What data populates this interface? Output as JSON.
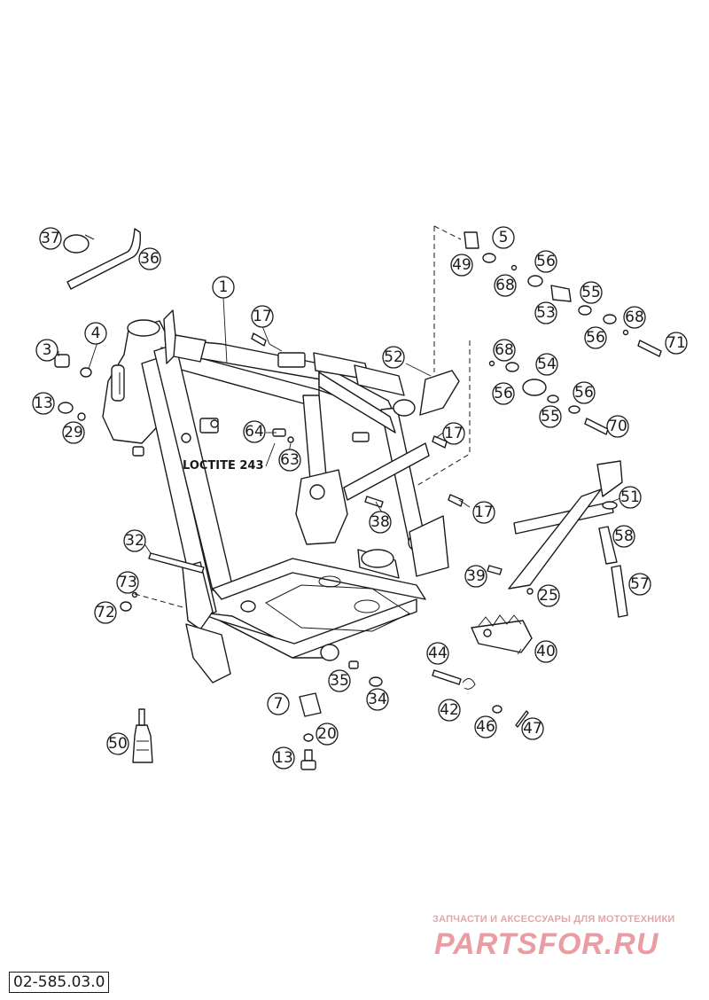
{
  "diagram": {
    "code": "02-585.03.0",
    "note": "LOCTITE 243",
    "callouts": [
      "1",
      "3",
      "4",
      "5",
      "7",
      "13",
      "13",
      "17",
      "17",
      "17",
      "20",
      "25",
      "29",
      "32",
      "34",
      "35",
      "36",
      "37",
      "38",
      "39",
      "40",
      "42",
      "44",
      "46",
      "47",
      "49",
      "50",
      "51",
      "52",
      "53",
      "54",
      "55",
      "55",
      "56",
      "56",
      "56",
      "56",
      "57",
      "58",
      "63",
      "64",
      "68",
      "68",
      "68",
      "70",
      "71",
      "72",
      "73"
    ]
  },
  "watermark": {
    "caption": "ЗАПЧАСТИ И АКСЕССУАРЫ ДЛЯ МОТОТЕХНИКИ",
    "logo": "PARTSFOR.RU"
  }
}
